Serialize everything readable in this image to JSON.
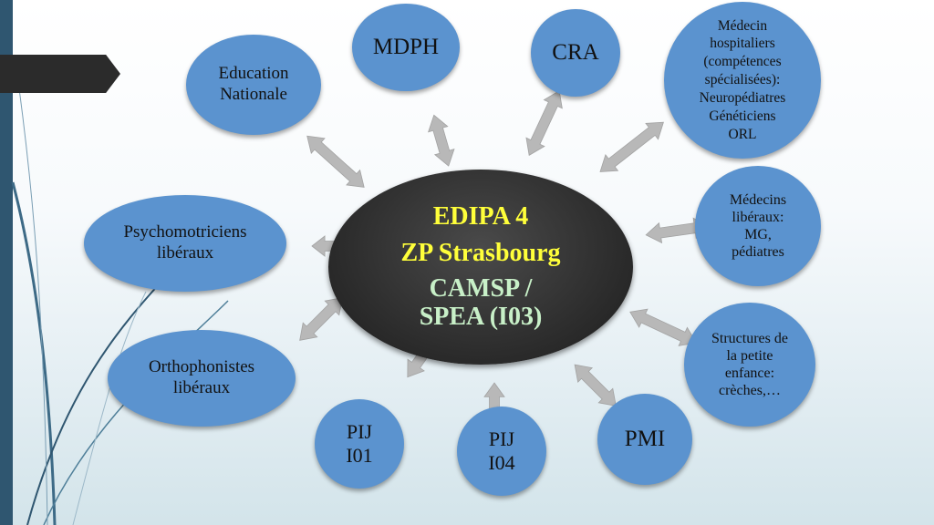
{
  "center": {
    "line1": "EDIPA 4",
    "line2": "ZP Strasbourg",
    "line3": "CAMSP /\nSPEA (I03)"
  },
  "nodes": {
    "education_nationale": "Education\nNationale",
    "mdph": "MDPH",
    "cra": "CRA",
    "medecins_hospitaliers": "Médecin\nhospitaliers\n(compétences\nspécialisées):\nNeuropédiatres\nGénéticiens\nORL",
    "medecins_liberaux": "Médecins\nlibéraux:\nMG,\npédiatres",
    "structures_petite_enfance": "Structures de\nla petite\nenfance:\ncrèches,…",
    "pmi": "PMI",
    "pij_i04": "PIJ\nI04",
    "pij_i01": "PIJ\nI01",
    "orthophonistes": "Orthophonistes\nlibéraux",
    "psychomotriciens": "Psychomotriciens\nlibéraux"
  },
  "colors": {
    "node_fill": "#5b93cf",
    "center_fill": "#2e2e2e",
    "center_title": "#ffff3a",
    "center_subtitle": "#c8f0c8",
    "arrow_fill": "#b8b8b8",
    "accent_bar": "#2f5670"
  }
}
